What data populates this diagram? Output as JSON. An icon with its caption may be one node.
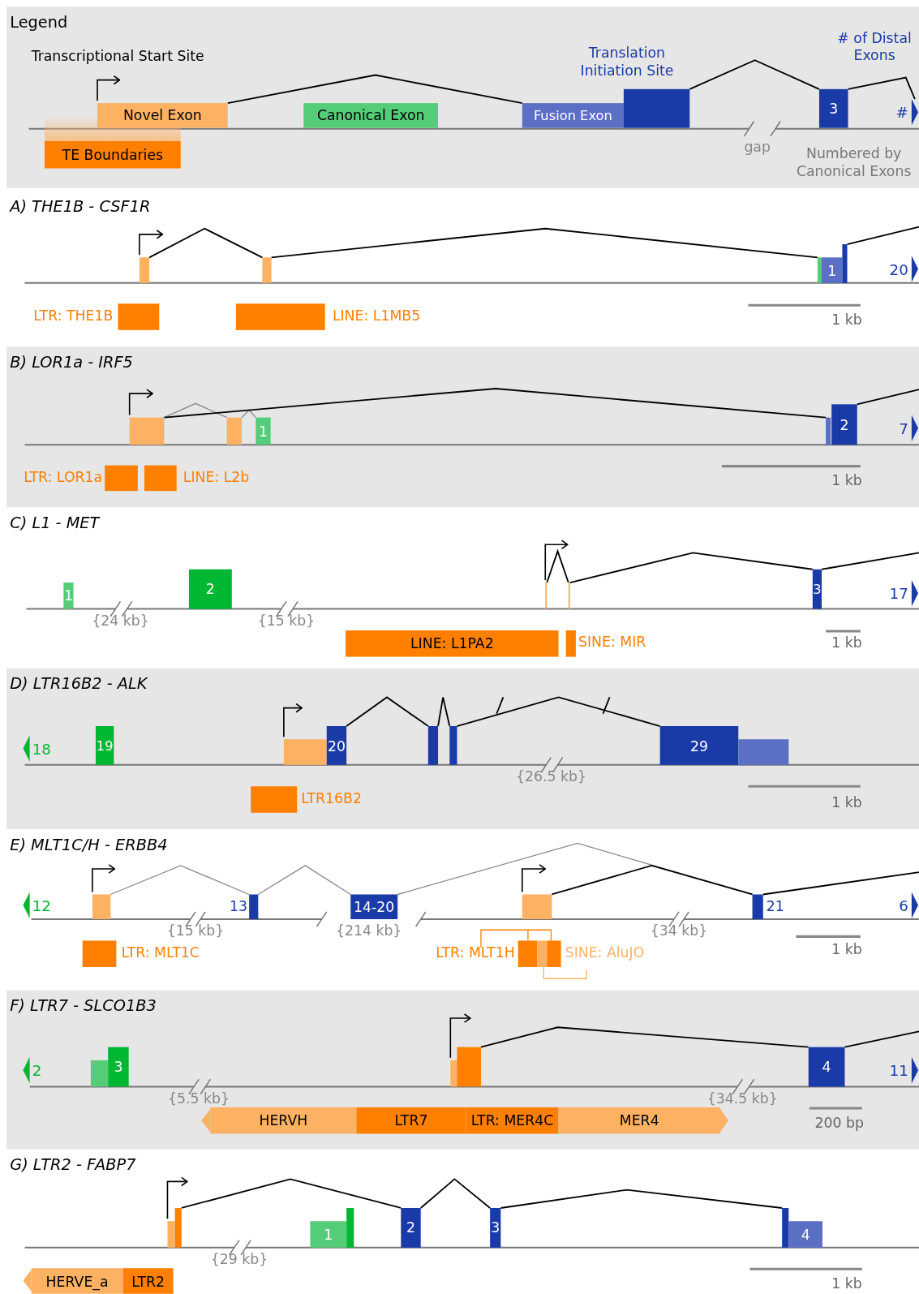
{
  "diagram": {
    "nodes": [
      {
        "text": [
          "Legend"
        ]
      },
      {
        "text": [
          "Novel Exon"
        ],
        "in": 0
      },
      {
        "text": [
          "Canonical Exon"
        ],
        "in": 0
      },
      {
        "text": [
          "Fusion Exon"
        ],
        "in": 0
      },
      {
        "text": [],
        "shape": "box",
        "in": 0,
        "beside": [
          "Translation Initiation Site"
        ]
      },
      {
        "text": [
          "3"
        ],
        "in": 0
      },
      {
        "text": [
          "#"
        ],
        "in": 0,
        "beside": [
          "# of Distal Exons"
        ]
      },
      {
        "text": [
          "TE Boundaries"
        ],
        "in": 0
      },
      {
        "text": [
          "A) THE1B - CSF1R"
        ]
      },
      {
        "text": [],
        "shape": "box",
        "in": 8
      },
      {
        "text": [],
        "shape": "box",
        "in": 8
      },
      {
        "text": [],
        "shape": "box",
        "in": 8
      },
      {
        "text": [
          "1"
        ],
        "in": 8
      },
      {
        "text": [],
        "shape": "box",
        "in": 8
      },
      {
        "text": [
          "20"
        ],
        "in": 8
      },
      {
        "text": [],
        "shape": "box",
        "in": 8,
        "beside": [
          "LTR: THE1B"
        ]
      },
      {
        "text": [],
        "shape": "box",
        "in": 8,
        "beside": [
          "LINE: L1MB5"
        ]
      },
      {
        "text": [
          "B) LOR1a - IRF5"
        ]
      },
      {
        "text": [],
        "shape": "box",
        "in": 17
      },
      {
        "text": [],
        "shape": "box",
        "in": 17
      },
      {
        "text": [
          "1"
        ],
        "in": 17
      },
      {
        "text": [],
        "shape": "box",
        "in": 17
      },
      {
        "text": [
          "2"
        ],
        "in": 17
      },
      {
        "text": [
          "7"
        ],
        "in": 17
      },
      {
        "text": [],
        "shape": "box",
        "in": 17,
        "beside": [
          "LTR: LOR1a"
        ]
      },
      {
        "text": [],
        "shape": "box",
        "in": 17,
        "beside": [
          "LINE: L2b"
        ]
      },
      {
        "text": [
          "C) L1 - MET"
        ]
      },
      {
        "text": [
          "1"
        ],
        "in": 26
      },
      {
        "text": [
          "2"
        ],
        "in": 26
      },
      {
        "text": [],
        "shape": "box",
        "in": 26
      },
      {
        "text": [],
        "shape": "box",
        "in": 26
      },
      {
        "text": [
          "3"
        ],
        "in": 26
      },
      {
        "text": [
          "17"
        ],
        "in": 26
      },
      {
        "text": [
          "LINE: L1PA2"
        ],
        "in": 26
      },
      {
        "text": [],
        "shape": "box",
        "in": 26,
        "beside": [
          "SINE: MIR"
        ]
      },
      {
        "text": [
          "D) LTR16B2 - ALK"
        ]
      },
      {
        "text": [
          "18"
        ],
        "in": 35
      },
      {
        "text": [
          "19"
        ],
        "in": 35
      },
      {
        "text": [],
        "shape": "box",
        "in": 35
      },
      {
        "text": [
          "20"
        ],
        "in": 35
      },
      {
        "text": [],
        "shape": "box",
        "in": 35
      },
      {
        "text": [],
        "shape": "box",
        "in": 35
      },
      {
        "text": [
          "29"
        ],
        "in": 35
      },
      {
        "text": [],
        "shape": "box",
        "in": 35
      },
      {
        "text": [],
        "shape": "box",
        "in": 35,
        "beside": [
          "LTR16B2"
        ]
      },
      {
        "text": [
          "E) MLT1C/H - ERBB4"
        ]
      },
      {
        "text": [
          "12"
        ],
        "in": 45
      },
      {
        "text": [],
        "shape": "box",
        "in": 45
      },
      {
        "text": [],
        "shape": "box",
        "in": 45,
        "beside": [
          "13"
        ]
      },
      {
        "text": [
          "14-20"
        ],
        "in": 45
      },
      {
        "text": [],
        "shape": "box",
        "in": 45
      },
      {
        "text": [],
        "shape": "box",
        "in": 45,
        "beside": [
          "21"
        ]
      },
      {
        "text": [
          "6"
        ],
        "in": 45
      },
      {
        "text": [],
        "shape": "box",
        "in": 45,
        "beside": [
          "LTR: MLT1C"
        ]
      },
      {
        "text": [],
        "shape": "box",
        "in": 45,
        "beside": [
          "LTR: MLT1H"
        ]
      },
      {
        "text": [],
        "shape": "box",
        "in": 45
      },
      {
        "text": [],
        "shape": "box",
        "in": 45
      },
      {
        "text": [
          "F) LTR7 - SLCO1B3"
        ]
      },
      {
        "text": [
          "2"
        ],
        "in": 57
      },
      {
        "text": [],
        "shape": "box",
        "in": 57
      },
      {
        "text": [
          "3"
        ],
        "in": 57
      },
      {
        "text": [],
        "shape": "box",
        "in": 57
      },
      {
        "text": [],
        "shape": "box",
        "in": 57
      },
      {
        "text": [
          "4"
        ],
        "in": 57
      },
      {
        "text": [
          "11"
        ],
        "in": 57
      },
      {
        "text": [
          "HERVH"
        ],
        "in": 57
      },
      {
        "text": [
          "LTR7"
        ],
        "in": 57
      },
      {
        "text": [
          "LTR: MER4C"
        ],
        "in": 57
      },
      {
        "text": [
          "MER4"
        ],
        "in": 57
      },
      {
        "text": [
          "G) LTR2 - FABP7"
        ]
      },
      {
        "text": [],
        "shape": "box",
        "in": 69
      },
      {
        "text": [],
        "shape": "box",
        "in": 69
      },
      {
        "text": [
          "1"
        ],
        "in": 69
      },
      {
        "text": [],
        "shape": "box",
        "in": 69
      },
      {
        "text": [
          "2"
        ],
        "in": 69
      },
      {
        "text": [
          "3"
        ],
        "in": 69
      },
      {
        "text": [],
        "shape": "box",
        "in": 69
      },
      {
        "text": [
          "4"
        ],
        "in": 69
      },
      {
        "text": [
          "HERVE_a"
        ],
        "in": 69
      },
      {
        "text": [
          "LTR2"
        ],
        "in": 69
      }
    ],
    "edges": [
      {
        "from": 1,
        "to": 3,
        "arrow": "none"
      },
      {
        "from": 4,
        "to": 5,
        "arrow": "none"
      },
      {
        "from": 5,
        "to": 6,
        "arrow": "none"
      },
      {
        "from": 9,
        "to": 10,
        "arrow": "none"
      },
      {
        "from": 10,
        "to": 11,
        "arrow": "none"
      },
      {
        "from": 18,
        "to": 19,
        "arrow": "none",
        "color": "#888888"
      },
      {
        "from": 19,
        "to": 20,
        "arrow": "none",
        "color": "#888888"
      },
      {
        "from": 18,
        "to": 21,
        "arrow": "none"
      },
      {
        "from": 29,
        "to": 30,
        "arrow": "none"
      },
      {
        "from": 30,
        "to": 31,
        "arrow": "none"
      },
      {
        "from": 39,
        "to": 40,
        "arrow": "none"
      },
      {
        "from": 40,
        "to": 41,
        "arrow": "none"
      },
      {
        "from": 41,
        "to": 42,
        "arrow": "none"
      },
      {
        "from": 47,
        "to": 48,
        "arrow": "none",
        "color": "#888888"
      },
      {
        "from": 48,
        "to": 49,
        "arrow": "none",
        "color": "#888888"
      },
      {
        "from": 49,
        "to": 51,
        "arrow": "none",
        "color": "#888888"
      },
      {
        "from": 50,
        "to": 51,
        "arrow": "none"
      },
      {
        "from": 62,
        "to": 63,
        "arrow": "none"
      },
      {
        "from": 71,
        "to": 74,
        "arrow": "none"
      },
      {
        "from": 74,
        "to": 75,
        "arrow": "none"
      },
      {
        "from": 75,
        "to": 76,
        "arrow": "none"
      }
    ],
    "labels": [
      "Transcriptional Start Site",
      "gap",
      "Numbered by Canonical Exons",
      "1 kb",
      "1 kb",
      "{24 kb}",
      "{15 kb}",
      "1 kb",
      "{26.5 kb}",
      "1 kb",
      "{15 kb}",
      "{214 kb}",
      "{34 kb}",
      "SINE: AluJO",
      "1 kb",
      "{5.5 kb}",
      "{34.5 kb}",
      "200 bp",
      "{29 kb}",
      "1 kb"
    ]
  }
}
